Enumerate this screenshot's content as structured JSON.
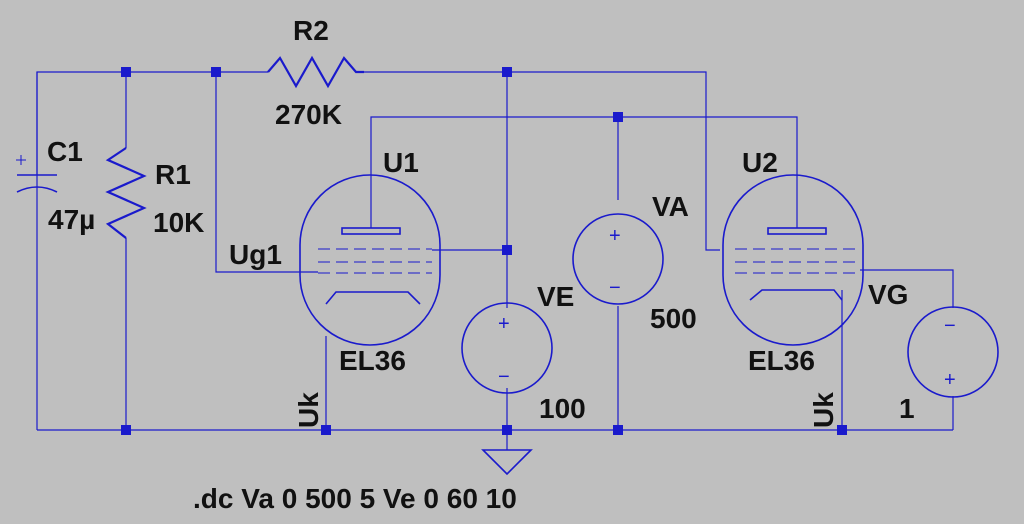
{
  "labels": {
    "r2_name": "R2",
    "r2_value": "270K",
    "r1_name": "R1",
    "r1_value": "10K",
    "c1_name": "C1",
    "c1_value": "47µ",
    "u1_name": "U1",
    "u1_model": "EL36",
    "u2_name": "U2",
    "u2_model": "EL36",
    "ug1": "Ug1",
    "uk1": "Uk",
    "uk2": "Uk",
    "va_name": "VA",
    "va_value": "500",
    "ve_name": "VE",
    "ve_value": "100",
    "vg_name": "VG",
    "vg_value": "1",
    "directive": ".dc Va 0 500 5 Ve 0 60 10"
  },
  "signs": {
    "plus": "+",
    "minus": "−"
  },
  "colors": {
    "background": "#bfbfbf",
    "wire": "#1a1acc",
    "text": "#111111"
  }
}
